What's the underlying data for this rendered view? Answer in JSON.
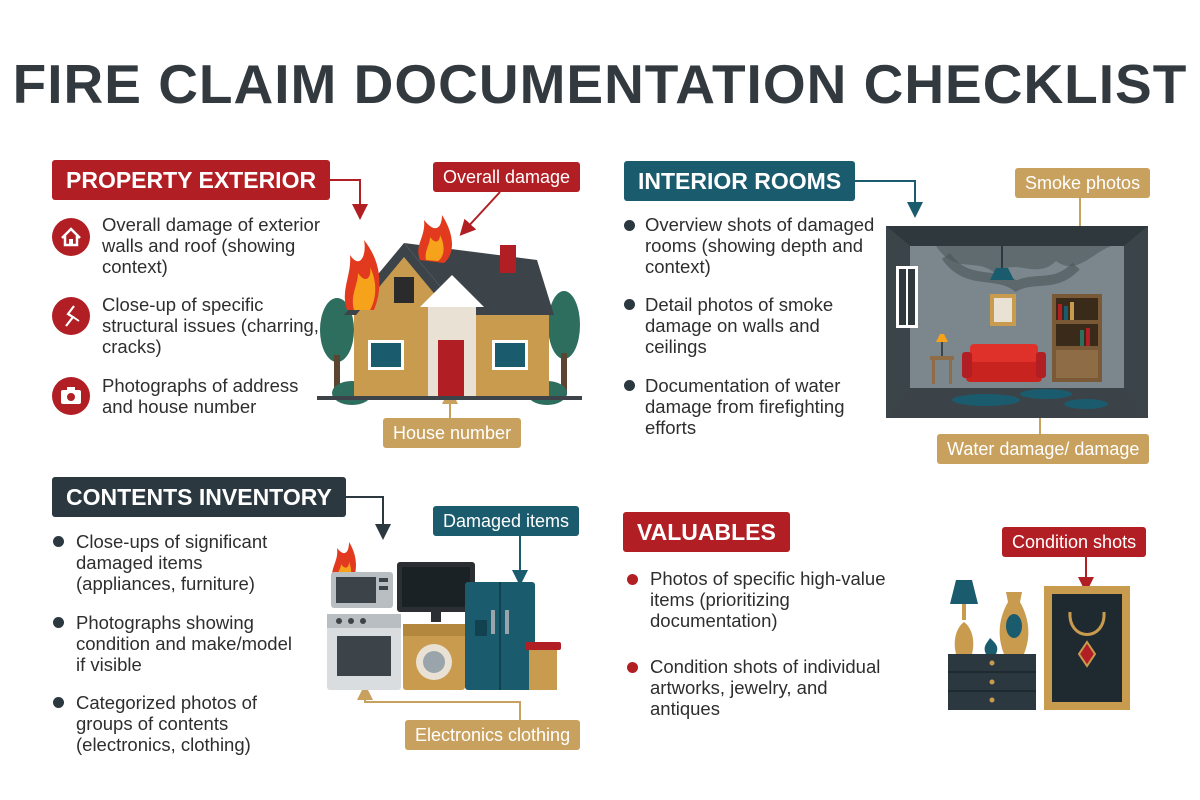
{
  "title": "FIRE CLAIM DOCUMENTATION CHECKLIST",
  "sections": {
    "exterior": {
      "heading": "PROPERTY EXTERIOR",
      "items": [
        "Overall damage of exterior walls and roof (showing context)",
        "Close-up of specific structural issues (charring, cracks)",
        "Photographs of address and house number"
      ],
      "callouts": {
        "top": "Overall damage",
        "bottom": "House number"
      }
    },
    "interior": {
      "heading": "INTERIOR ROOMS",
      "items": [
        "Overview shots of damaged rooms (showing depth and context)",
        "Detail photos of smoke damage on walls and ceilings",
        "Documentation of water damage from firefighting efforts"
      ],
      "callouts": {
        "top": "Smoke photos",
        "bottom": "Water damage/ damage"
      }
    },
    "contents": {
      "heading": "CONTENTS INVENTORY",
      "items": [
        "Close-ups of significant damaged items (appliances, furniture)",
        "Photographs showing condition and make/model if visible",
        "Categorized photos of groups of contents (electronics, clothing)"
      ],
      "callouts": {
        "top": "Damaged items",
        "bottom": "Electronics clothing"
      }
    },
    "valuables": {
      "heading": "VALUABLES",
      "items": [
        "Photos of specific high-value items (prioritizing documentation)",
        "Condition shots of individual artworks, jewelry, and antiques"
      ],
      "callouts": {
        "top": "Condition shots"
      }
    }
  },
  "icons": {
    "exterior": [
      "house-icon",
      "crack-icon",
      "camera-icon"
    ],
    "bullets": "circle-bullet"
  },
  "colors": {
    "red": "#b11f24",
    "teal": "#1b5b6e",
    "dark": "#2b3840",
    "tan": "#c9a15e",
    "title": "#333a3f"
  }
}
